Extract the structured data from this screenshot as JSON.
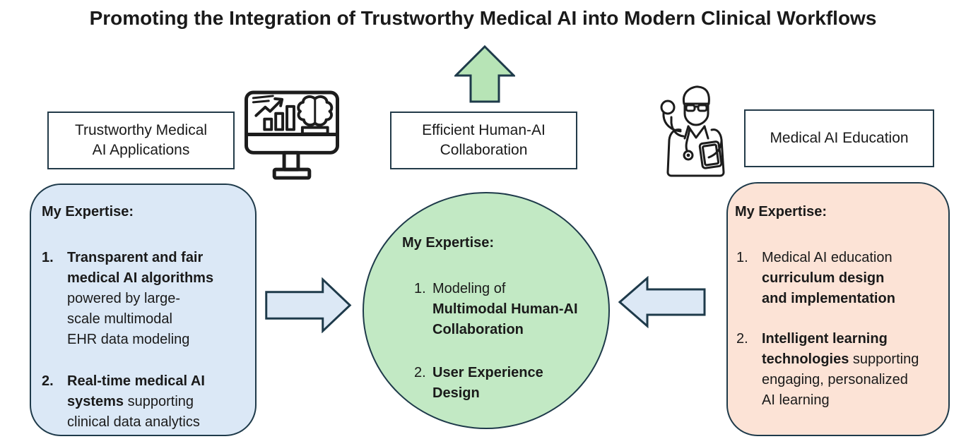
{
  "title": "Promoting the Integration of Trustworthy Medical AI into Modern Clinical Workflows",
  "colors": {
    "text": "#1a1a1a",
    "outline": "#1e3a4a",
    "label-border": "#233b49",
    "blue-fill": "#dbe8f6",
    "green-fill": "#c2e9c4",
    "peach-fill": "#fce3d6",
    "arrow-blue-fill": "#dce8f5",
    "arrow-green-fill": "#b7e4b6",
    "icon-stroke": "#1c1c1c"
  },
  "left": {
    "label": "Trustworthy Medical\nAI Applications",
    "icon": "analytics-monitor-brain-icon",
    "arrow_icon": "right-arrow-icon",
    "box": {
      "heading": "My Expertise:",
      "items": [
        {
          "num": "1.",
          "num_bold": true,
          "segments": [
            {
              "t": "Transparent and fair\nmedical AI algorithms",
              "b": true
            },
            {
              "t": " powered by large-\nscale multimodal\nEHR data modeling",
              "b": false
            }
          ]
        },
        {
          "num": "2.",
          "num_bold": true,
          "segments": [
            {
              "t": "Real-time medical AI\nsystems",
              "b": true
            },
            {
              "t": " supporting\nclinical data analytics",
              "b": false
            }
          ]
        }
      ]
    }
  },
  "center": {
    "label": "Efficient Human-AI\nCollaboration",
    "arrow_icon": "up-arrow-icon",
    "circle": {
      "heading": "My Expertise:",
      "items": [
        {
          "num": "1.",
          "num_bold": false,
          "segments": [
            {
              "t": "Modeling of",
              "b": false
            },
            {
              "t": "\nMultimodal Human-AI\nCollaboration",
              "b": true
            }
          ]
        },
        {
          "num": "2.",
          "num_bold": false,
          "segments": [
            {
              "t": "User Experience\nDesign",
              "b": true
            }
          ]
        }
      ]
    }
  },
  "right": {
    "label": "Medical AI Education",
    "icon": "doctor-icon",
    "arrow_icon": "left-arrow-icon",
    "box": {
      "heading": "My Expertise:",
      "items": [
        {
          "num": "1.",
          "num_bold": false,
          "segments": [
            {
              "t": "Medical AI education",
              "b": false
            },
            {
              "t": "\ncurriculum design\nand implementation",
              "b": true
            }
          ]
        },
        {
          "num": "2.",
          "num_bold": false,
          "segments": [
            {
              "t": "Intelligent learning\ntechnologies",
              "b": true
            },
            {
              "t": " supporting\nengaging, personalized\nAI learning",
              "b": false
            }
          ]
        }
      ]
    }
  }
}
